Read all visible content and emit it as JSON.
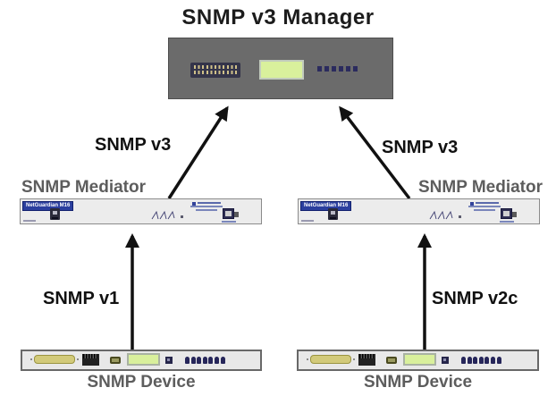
{
  "title": "SNMP v3 Manager",
  "links": {
    "left_up": "SNMP v3",
    "right_up": "SNMP v3",
    "left_low": "SNMP v1",
    "right_low": "SNMP v2c"
  },
  "mediator": {
    "label_left": "SNMP Mediator",
    "label_right": "SNMP Mediator",
    "brand": "NetGuardian M16"
  },
  "device": {
    "label_left": "SNMP Device",
    "label_right": "SNMP Device"
  },
  "colors": {
    "arrow": "#111111",
    "title_text": "#1c1c1c",
    "node_label_text": "#5d5d5d",
    "manager_fill": "#6b6b6b",
    "panel_fill": "#ececec",
    "lcd_green": "#d9f09c",
    "led_navy": "#2b2b5e",
    "brand_blue": "#2b3f9e",
    "connector_yellow": "#d2ca7a"
  }
}
